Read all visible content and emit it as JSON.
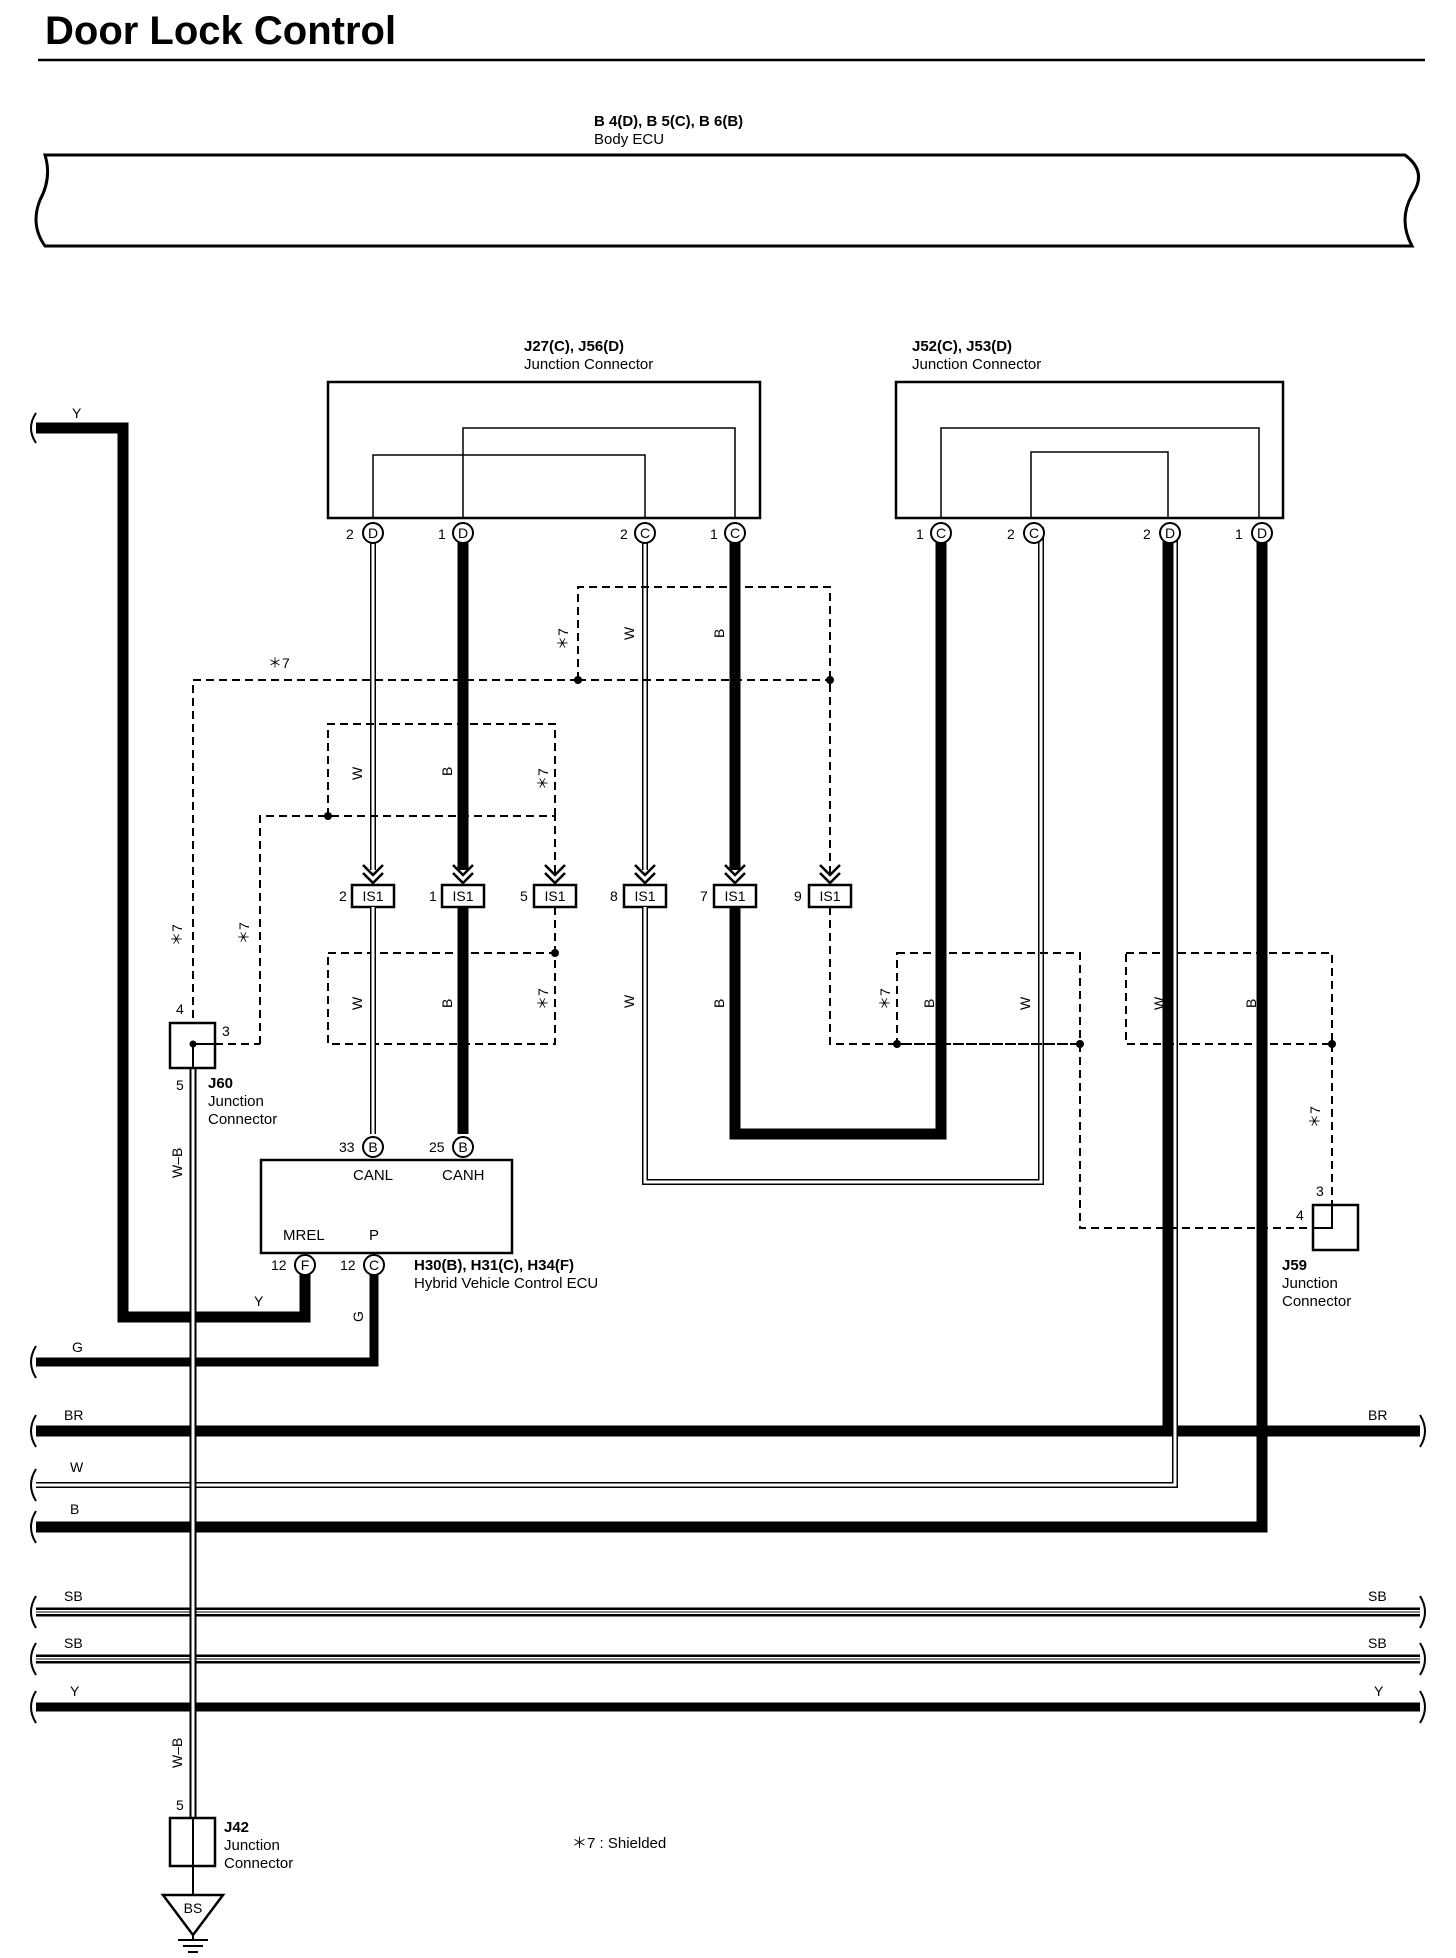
{
  "title": "Door Lock Control",
  "body_ecu": {
    "code": "B 4(D), B 5(C), B 6(B)",
    "name": "Body ECU"
  },
  "jc1": {
    "code": "J27(C), J56(D)",
    "name": "Junction Connector",
    "pins": [
      "2",
      "D",
      "1",
      "D",
      "2",
      "C",
      "1",
      "C"
    ]
  },
  "jc2": {
    "code": "J52(C), J53(D)",
    "name": "Junction Connector",
    "pins": [
      "1",
      "C",
      "2",
      "C",
      "2",
      "D",
      "1",
      "D"
    ]
  },
  "is1": {
    "name": "IS1",
    "pins": [
      "2",
      "1",
      "5",
      "8",
      "7",
      "9"
    ]
  },
  "hv_ecu": {
    "code": "H30(B), H31(C), H34(F)",
    "name": "Hybrid Vehicle Control ECU",
    "top_pins": [
      "33",
      "B",
      "25",
      "B"
    ],
    "top_labels": [
      "CANL",
      "CANH"
    ],
    "bottom_labels": [
      "MREL",
      "P"
    ],
    "bottom_pins": [
      "12",
      "F",
      "12",
      "C"
    ]
  },
  "j60": {
    "code": "J60",
    "line1": "Junction",
    "line2": "Connector",
    "pins": [
      "4",
      "3",
      "5"
    ]
  },
  "j59": {
    "code": "J59",
    "line1": "Junction",
    "line2": "Connector",
    "pins": [
      "3",
      "4"
    ]
  },
  "j42": {
    "code": "J42",
    "line1": "Junction",
    "line2": "Connector",
    "pin": "5"
  },
  "ground": "BS",
  "shield_note": "＊7",
  "legend_note": "＊7 : Shielded",
  "wire_colors": {
    "y": "Y",
    "w": "W",
    "b": "B",
    "g": "G",
    "br": "BR",
    "sb": "SB",
    "wb": "W–B"
  }
}
